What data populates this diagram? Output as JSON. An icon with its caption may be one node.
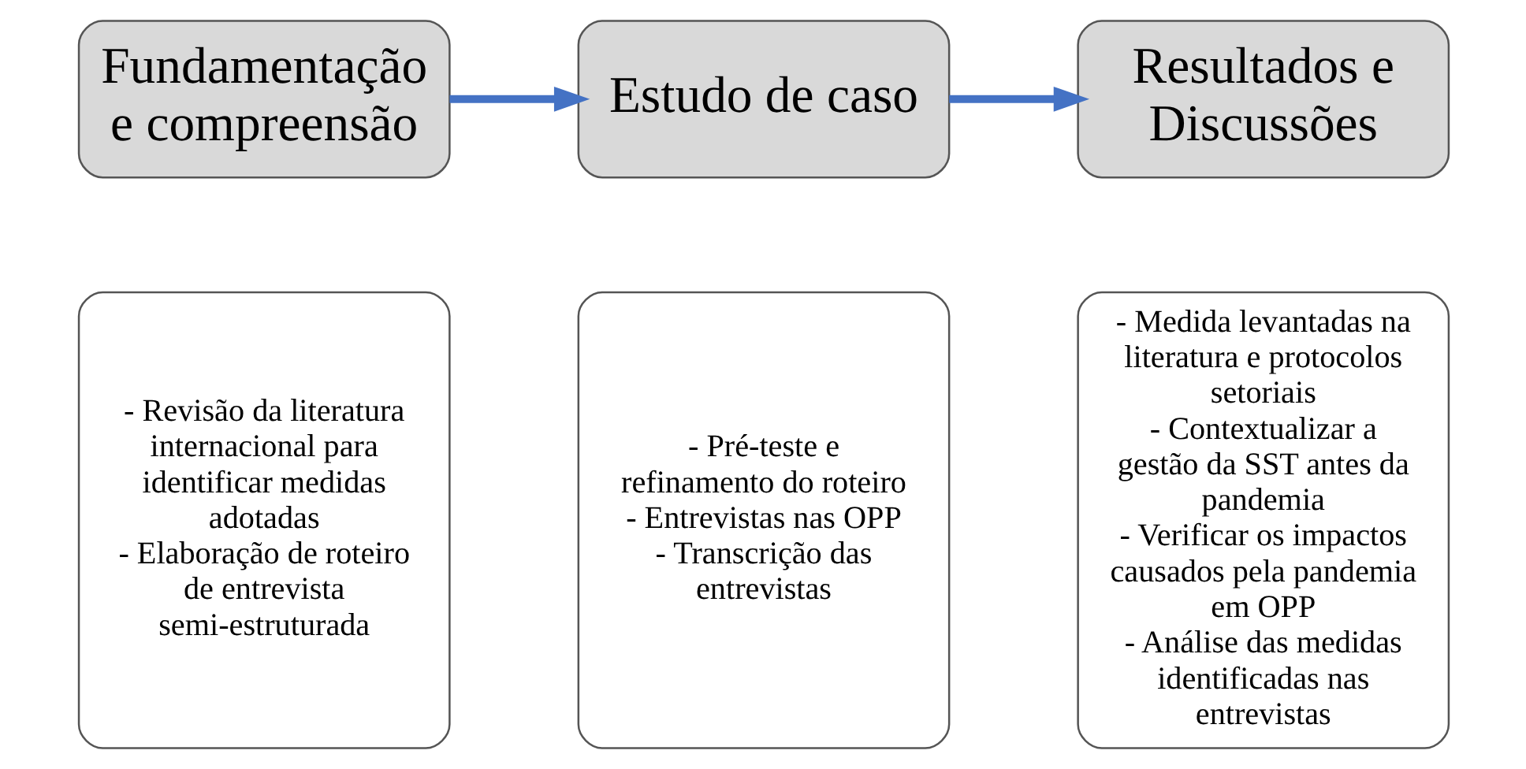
{
  "diagram": {
    "nodes": [
      {
        "text": [
          "Fundamentação e compreensão"
        ]
      },
      {
        "text": [
          "Estudo de caso"
        ]
      },
      {
        "text": [
          "Resultados e Discussões"
        ]
      },
      {
        "text": [
          "- Revisão da literatura internacional para identificar medidas adotadas",
          "- Elaboração de roteiro de entrevista semi-estruturada"
        ]
      },
      {
        "text": [
          "- Pré-teste e refinamento do roteiro",
          "- Entrevistas nas OPP",
          "- Transcrição das entrevistas"
        ]
      },
      {
        "text": [
          "- Medida levantadas na literatura e protocolos setoriais",
          "- Contextualizar a gestão da SST antes da pandemia",
          "- Verificar os impactos causados pela pandemia em OPP",
          "- Análise das medidas identificadas nas entrevistas"
        ]
      }
    ],
    "edges": [
      {
        "from": 0,
        "to": 1,
        "arrow": "to"
      },
      {
        "from": 1,
        "to": 2,
        "arrow": "to"
      }
    ]
  }
}
